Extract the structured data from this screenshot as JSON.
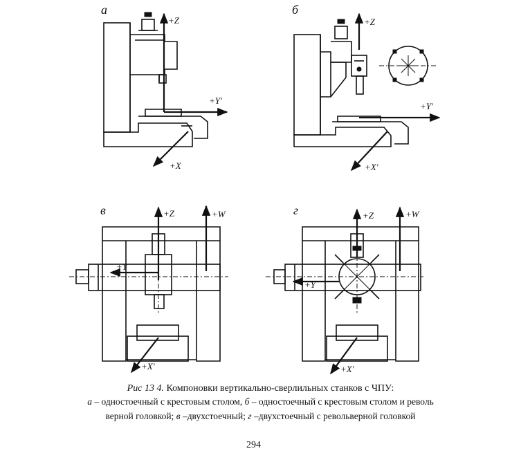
{
  "panels": [
    {
      "id": "a",
      "letter": "а",
      "axes": [
        "+Z",
        "+Y'",
        "+X"
      ]
    },
    {
      "id": "b",
      "letter": "б",
      "axes": [
        "+Z",
        "+Y'",
        "+X'"
      ]
    },
    {
      "id": "v",
      "letter": "в",
      "axes": [
        "+Z",
        "+W",
        "+Y",
        "+X'"
      ]
    },
    {
      "id": "g",
      "letter": "г",
      "axes": [
        "+Z",
        "+W",
        "+Y",
        "+X'"
      ]
    }
  ],
  "caption": {
    "figure_ref": "Рис  13 4.",
    "title": "Компоновки вертикально-сверлильных станков с ЧПУ:",
    "line2_a_letter": "а",
    "line2_a_text": "– одностоечный с крестовым столом,",
    "line2_b_letter": "б",
    "line2_b_text": "– одностоечный с крестовым столом и револь",
    "line3_start": "верной головкой;",
    "line3_v_letter": "в",
    "line3_v_text": "–двухстоечный;",
    "line3_g_letter": "г",
    "line3_g_text": "–двухстоечный с револьверной головкой"
  },
  "page_number": "294"
}
